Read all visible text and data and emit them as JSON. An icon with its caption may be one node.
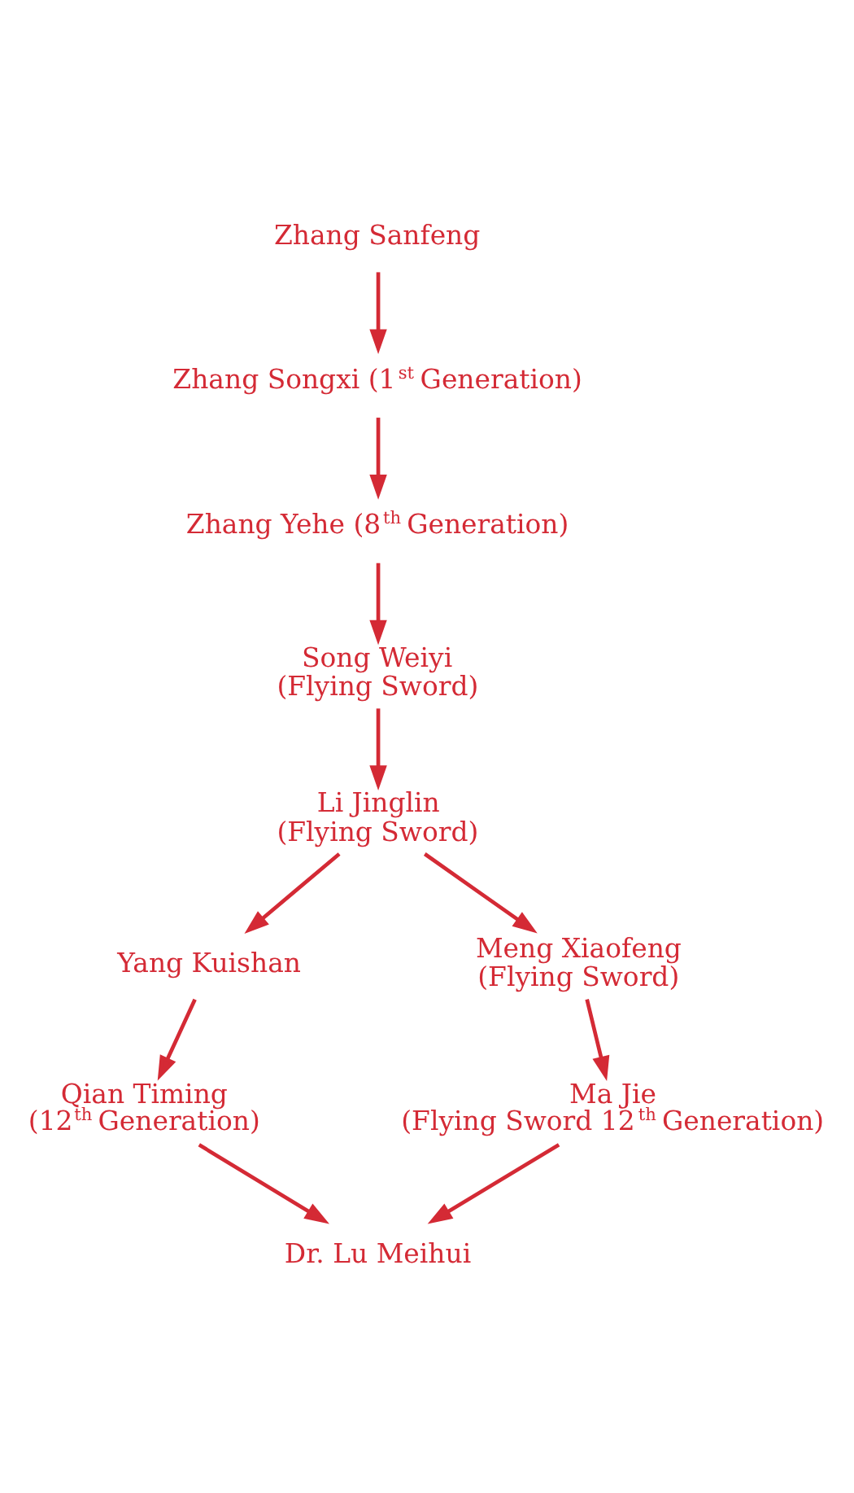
{
  "diagram": {
    "nodes": [
      {
        "text": [
          "Zhang Sanfeng"
        ]
      },
      {
        "text": [
          "Zhang Songxi (1$^{st}$ Generation)"
        ]
      },
      {
        "text": [
          "Zhang Yehe (8$^{th}$ Generation)"
        ]
      },
      {
        "text": [
          "Song Weiyi",
          "(Flying Sword)"
        ]
      },
      {
        "text": [
          "Li Jinglin",
          "(Flying Sword)"
        ]
      },
      {
        "text": [
          "Yang Kuishan"
        ]
      },
      {
        "text": [
          "Meng Xiaofeng",
          "(Flying Sword)"
        ]
      },
      {
        "text": [
          "Qian Timing",
          "(12$^{th}$ Generation)"
        ]
      },
      {
        "text": [
          "Ma Jie",
          "(Flying Sword 12$^{th}$ Generation)"
        ]
      },
      {
        "text": [
          "Dr. Lu Meihui"
        ]
      }
    ],
    "edges": [
      {
        "from": 0,
        "to": 1,
        "arrow": "to"
      },
      {
        "from": 1,
        "to": 2,
        "arrow": "to"
      },
      {
        "from": 2,
        "to": 3,
        "arrow": "to"
      },
      {
        "from": 3,
        "to": 4,
        "arrow": "to"
      },
      {
        "from": 4,
        "to": 5,
        "arrow": "to"
      },
      {
        "from": 4,
        "to": 6,
        "arrow": "to"
      },
      {
        "from": 5,
        "to": 7,
        "arrow": "to"
      },
      {
        "from": 6,
        "to": 8,
        "arrow": "to"
      },
      {
        "from": 7,
        "to": 9,
        "arrow": "to"
      },
      {
        "from": 8,
        "to": 9,
        "arrow": "to"
      }
    ]
  }
}
